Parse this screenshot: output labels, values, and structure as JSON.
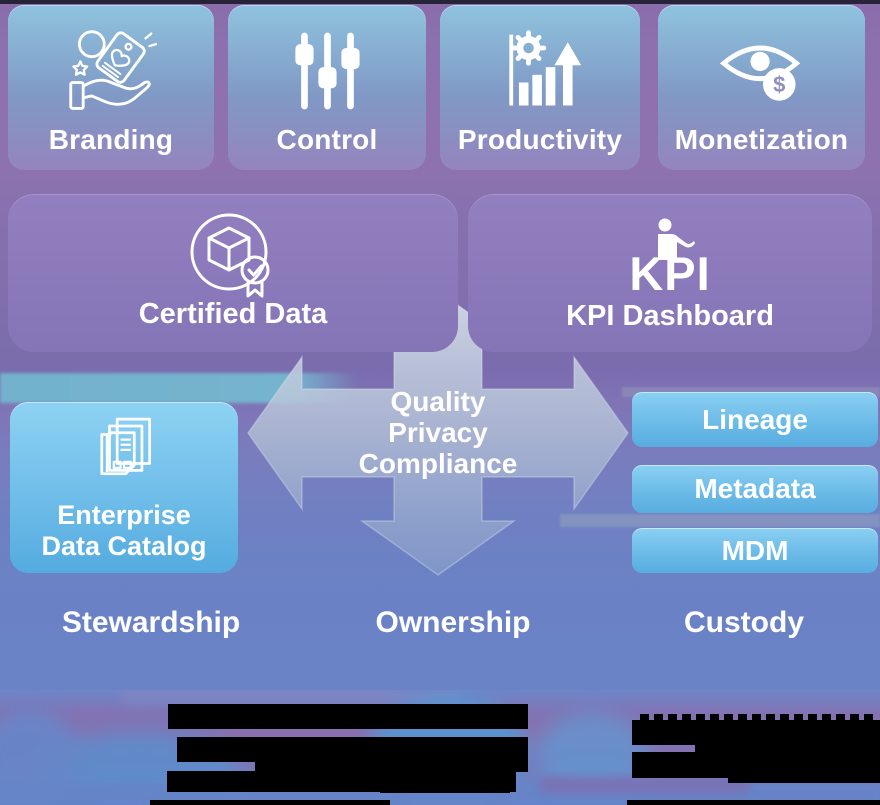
{
  "benefit_cards": [
    {
      "label": "Branding",
      "icon": "hand-tag-icon"
    },
    {
      "label": "Control",
      "icon": "sliders-icon"
    },
    {
      "label": "Productivity",
      "icon": "growth-chart-gear-icon"
    },
    {
      "label": "Monetization",
      "icon": "eye-dollar-icon"
    }
  ],
  "deliver_panels": [
    {
      "label": "Certified Data",
      "icon": "certified-cube-badge-icon"
    },
    {
      "label": "KPI Dashboard",
      "overlay_text": "KPI",
      "icon": "presenter-person-icon"
    }
  ],
  "center_cross": {
    "lines": [
      "Quality",
      "Privacy",
      "Compliance"
    ]
  },
  "catalog_card": {
    "lines": [
      "Enterprise",
      "Data Catalog"
    ],
    "icon": "document-stack-icon"
  },
  "capability_buttons": [
    {
      "label": "Lineage"
    },
    {
      "label": "Metadata"
    },
    {
      "label": "MDM"
    }
  ],
  "role_labels": [
    {
      "label": "Stewardship"
    },
    {
      "label": "Ownership"
    },
    {
      "label": "Custody"
    }
  ],
  "monetization_symbol": "$",
  "footer": {
    "redacted": true,
    "redacted_text_columns": 2
  },
  "colors": {
    "bg_top": "#8a6cab",
    "bg_bottom": "#6a83c6",
    "card_top": "#8fc3de",
    "card_bottom": "#9484bd",
    "panel_purple": "#8f7cbc",
    "blue_card_top": "#8dd2f3",
    "blue_card_bottom": "#55abdf",
    "teal_band": "#73b2cd",
    "arrow_fill": "#bac7da",
    "text": "#ffffff",
    "redaction": "#000000"
  }
}
